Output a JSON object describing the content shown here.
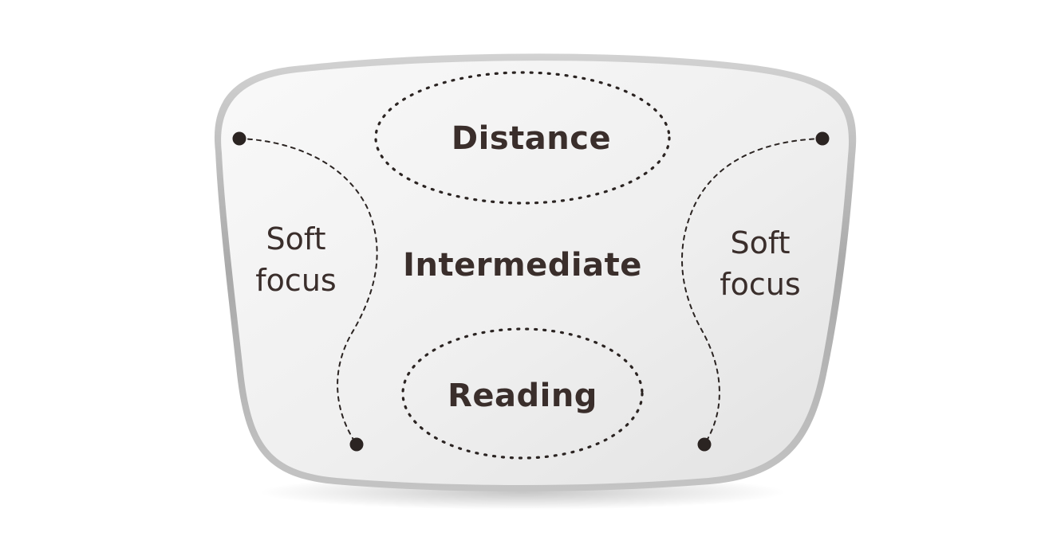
{
  "labels": {
    "distance": "Distance",
    "intermediate": "Intermediate",
    "reading": "Reading",
    "soft_focus_left_line1": "Soft",
    "soft_focus_left_line2": "focus",
    "soft_focus_right_line1": "Soft",
    "soft_focus_right_line2": "focus"
  },
  "colors": {
    "text": "#3a2e2b",
    "dots": "#2b2422",
    "lens_fill_light": "#f7f7f7",
    "lens_fill_dark": "#e4e4e4",
    "lens_rim": "#b9b9b9",
    "background": "#ffffff"
  }
}
